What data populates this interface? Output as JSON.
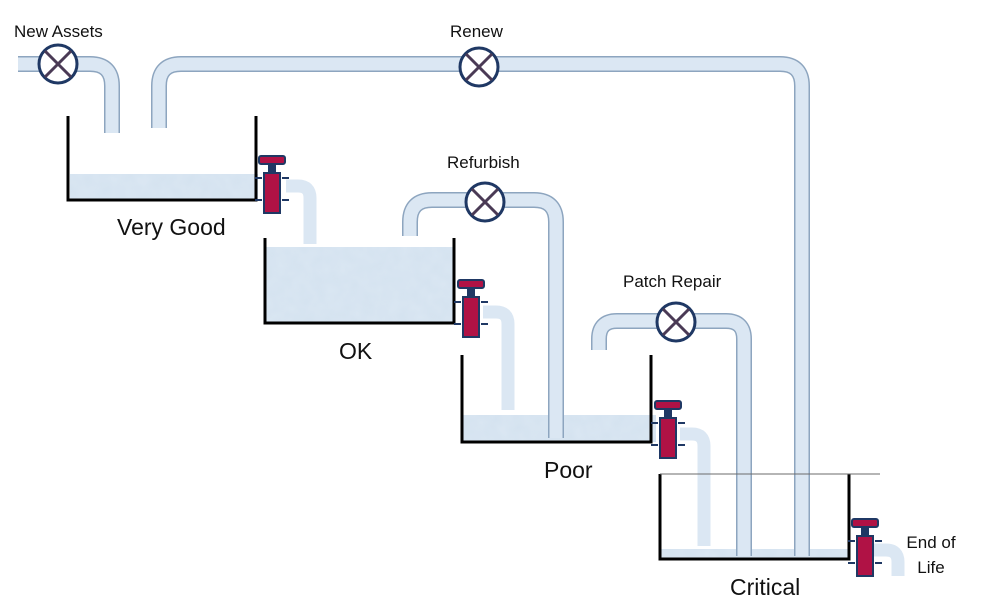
{
  "labels": {
    "new_assets": "New Assets",
    "renew": "Renew",
    "refurbish": "Refurbish",
    "patch_repair": "Patch Repair",
    "end_of_life_line1": "End of",
    "end_of_life_line2": "Life",
    "very_good": "Very Good",
    "ok": "OK",
    "poor": "Poor",
    "critical": "Critical"
  },
  "colors": {
    "water": "#dbe7f3",
    "pipe_outline": "#8da5bf",
    "tank_wall": "#000000",
    "valve_body": "#b01245",
    "valve_outline": "#1f3864",
    "flow_valve_ring": "#1f3864",
    "flow_valve_cross": "#4a3a55"
  }
}
